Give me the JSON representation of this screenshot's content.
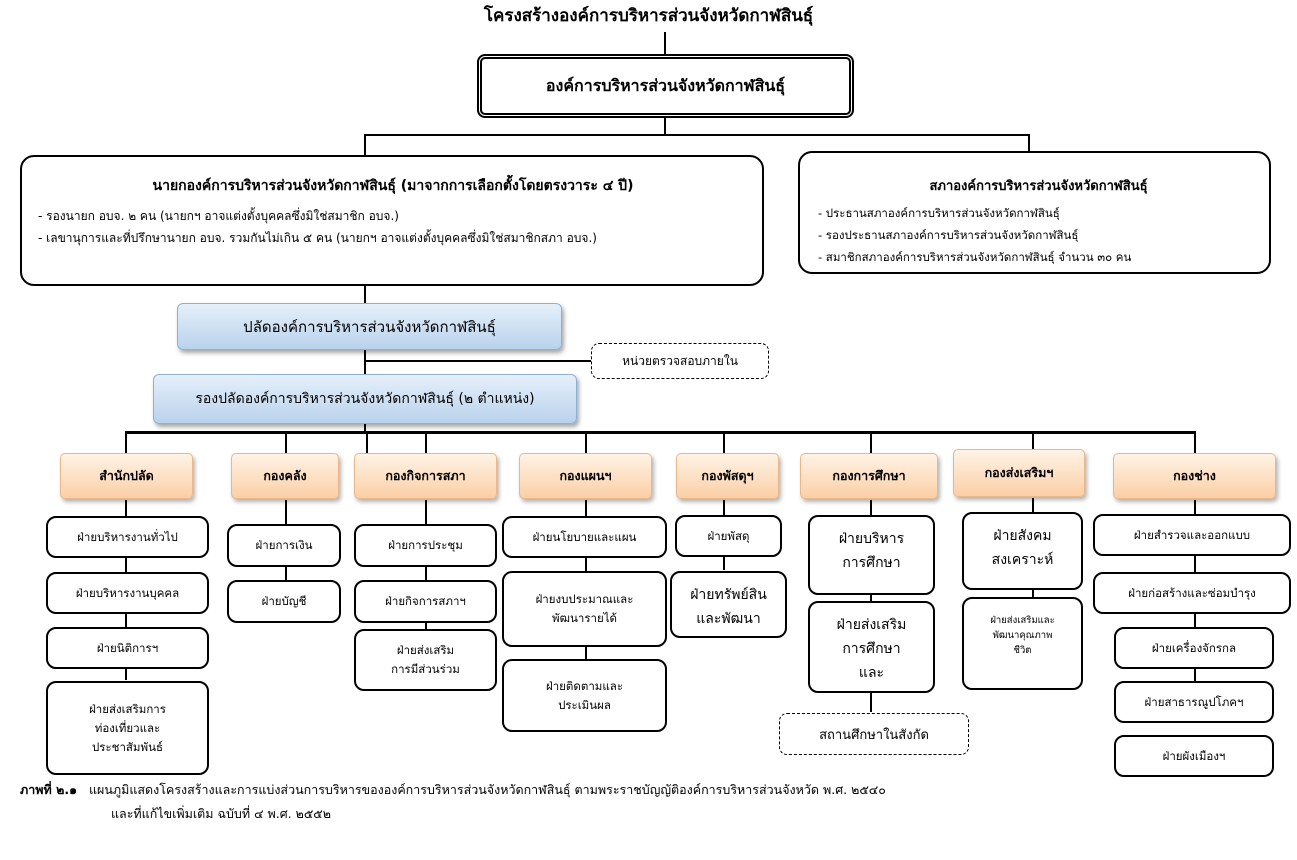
{
  "title": "โครงสร้างองค์การบริหารส่วนจังหวัดกาฬสินธุ์",
  "top": "องค์การบริหารส่วนจังหวัดกาฬสินธุ์",
  "mayor": {
    "heading": "นายกองค์การบริหารส่วนจังหวัดกาฬสินธุ์  (มาจากการเลือกตั้งโดยตรงวาระ ๔ ปี)",
    "lines": [
      "-  รองนายก อบจ. ๒  คน (นายกฯ อาจแต่งตั้งบุคคลซึ่งมิใช่สมาชิก อบจ.)",
      "-  เลขานุการและที่ปรึกษานายก อบจ. รวมกันไม่เกิน ๕ คน  (นายกฯ อาจแต่งตั้งบุคคลซึ่งมิใช่สมาชิกสภา อบจ.)"
    ]
  },
  "council": {
    "heading": "สภาองค์การบริหารส่วนจังหวัดกาฬสินธุ์",
    "lines": [
      "-  ประธานสภาองค์การบริหารส่วนจังหวัดกาฬสินธุ์",
      "-  รองประธานสภาองค์การบริหารส่วนจังหวัดกาฬสินธุ์",
      "-  สมาชิกสภาองค์การบริหารส่วนจังหวัดกาฬสินธุ์  จำนวน  ๓๐ คน"
    ]
  },
  "palad": "ปลัดองค์การบริหารส่วนจังหวัดกาฬสินธุ์",
  "audit": "หน่วยตรวจสอบภายใน",
  "rong_palad": "รองปลัดองค์การบริหารส่วนจังหวัดกาฬสินธุ์ (๒ ตำแหน่ง)",
  "departments": [
    {
      "name": "สำนักปลัด",
      "subs": [
        "ฝ่ายบริหารงานทั่วไป",
        "ฝ่ายบริหารงานบุคคล",
        "ฝ่ายนิติการฯ",
        "ฝ่ายส่งเสริมการ\nท่องเที่ยวและ\nประชาสัมพันธ์"
      ]
    },
    {
      "name": "กองคลัง",
      "subs": [
        "ฝ่ายการเงิน",
        "ฝ่ายบัญชี"
      ]
    },
    {
      "name": "กองกิจการสภา",
      "subs": [
        "ฝ่ายการประชุม",
        "ฝ่ายกิจการสภาฯ",
        "ฝ่ายส่งเสริม\nการมีส่วนร่วม"
      ]
    },
    {
      "name": "กองแผนฯ",
      "subs": [
        "ฝ่ายนโยบายและแผน",
        "ฝ่ายงบประมาณและ\nพัฒนารายได้",
        "ฝ่ายติดตามและ\nประเมินผล"
      ]
    },
    {
      "name": "กองพัสดุฯ",
      "subs": [
        "ฝ่ายพัสดุ",
        "ฝ่ายทรัพย์สิน\nและพัฒนา"
      ]
    },
    {
      "name": "กองการศึกษา",
      "subs": [
        "ฝ่ายบริหาร\nการศึกษา",
        "ฝ่ายส่งเสริม\nการศึกษา\nและ"
      ]
    },
    {
      "name": "กองส่งเสริมฯ",
      "subs": [
        "ฝ่ายสังคม\nสงเคราะห์",
        "ฝ่ายส่งเสริมและ\nพัฒนาคุณภาพ\nชีวิต"
      ]
    },
    {
      "name": "กองช่าง",
      "subs": [
        "ฝ่ายสำรวจและออกแบบ",
        "ฝ่ายก่อสร้างและซ่อมบำรุง",
        "ฝ่ายเครื่องจักรกล",
        "ฝ่ายสาธารณูปโภคฯ",
        "ฝ่ายผังเมืองฯ"
      ]
    }
  ],
  "schools": "สถานศึกษาในสังกัด",
  "caption": {
    "label": "ภาพที่  ๒.๑",
    "line1": "แผนภูมิแสดงโครงสร้างและการแบ่งส่วนการบริหารขององค์การบริหารส่วนจังหวัดกาฬสินธุ์  ตามพระราชบัญญัติองค์การบริหารส่วนจังหวัด พ.ศ. ๒๕๔๐",
    "line2": "และที่แก้ไขเพิ่มเติม ฉบับที่ ๔ พ.ศ. ๒๕๕๒"
  }
}
